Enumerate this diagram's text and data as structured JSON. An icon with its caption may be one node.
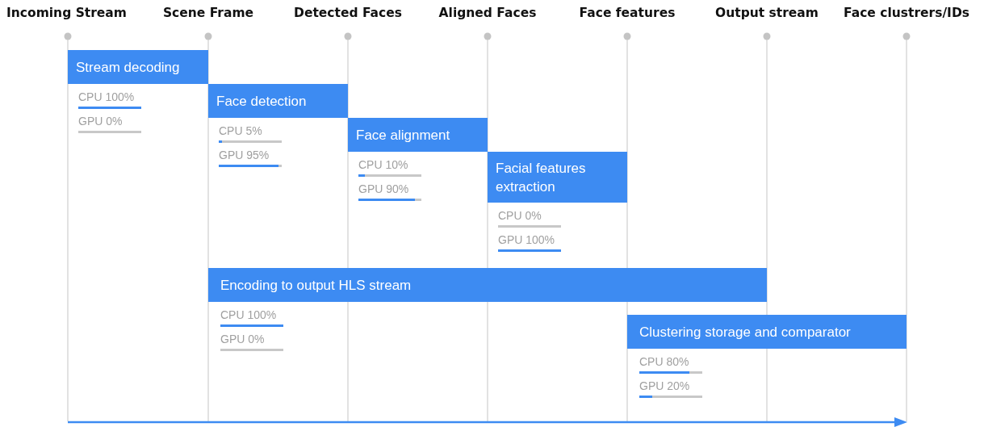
{
  "diagram": {
    "nodes": [
      {
        "text": [
          "Stream decoding"
        ],
        "beside": [
          "CPU 100%",
          "GPU 0%"
        ]
      },
      {
        "text": [
          "Face detection"
        ],
        "beside": [
          "CPU 5%",
          "GPU 95%"
        ]
      },
      {
        "text": [
          "Face alignment"
        ],
        "beside": [
          "CPU 10%",
          "GPU 90%"
        ]
      },
      {
        "text": [
          "Facial features extraction"
        ],
        "beside": [
          "CPU 0%",
          "GPU 100%"
        ]
      },
      {
        "text": [
          "Encoding to output HLS stream"
        ],
        "beside": [
          "CPU 100%",
          "GPU 0%"
        ]
      },
      {
        "text": [
          "Clustering storage and comparator"
        ],
        "beside": [
          "CPU 80%",
          "GPU 20%"
        ]
      }
    ],
    "edges": [],
    "labels": [
      "Incoming Stream",
      "Scene Frame",
      "Detected Faces",
      "Aligned Faces",
      "Face features",
      "Output stream",
      "Face clustrers/IDs"
    ]
  }
}
